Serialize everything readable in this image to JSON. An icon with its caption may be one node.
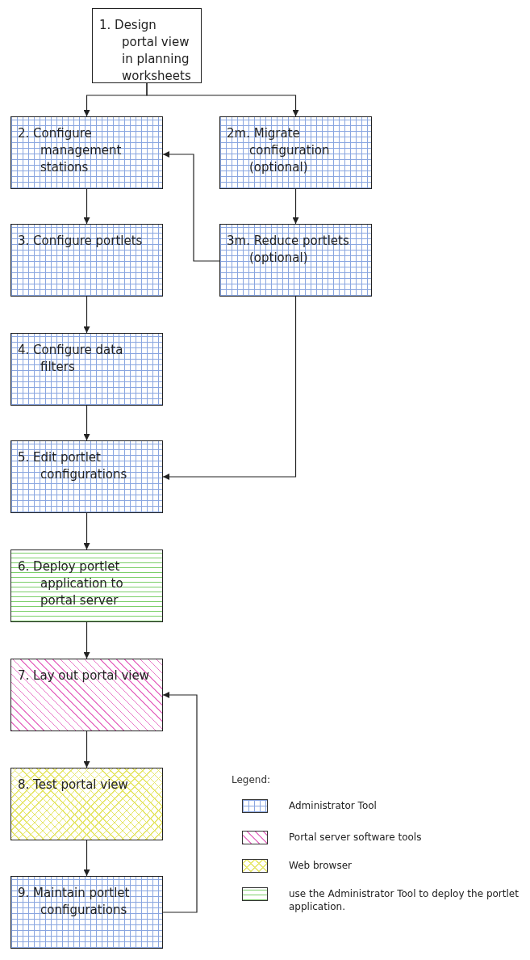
{
  "diagram": {
    "nodes": [
      {
        "text": [
          "1. Design portal view in planning worksheets"
        ]
      },
      {
        "text": [
          "2. Configure management stations"
        ]
      },
      {
        "text": [
          "2m. Migrate configuration (optional)"
        ]
      },
      {
        "text": [
          "3. Configure portlets"
        ]
      },
      {
        "text": [
          "3m. Reduce portlets (optional)"
        ]
      },
      {
        "text": [
          "4. Configure data filters"
        ]
      },
      {
        "text": [
          "5. Edit portlet configurations"
        ]
      },
      {
        "text": [
          "6. Deploy portlet application to portal server"
        ]
      },
      {
        "text": [
          "7. Lay out portal view"
        ]
      },
      {
        "text": [
          "8. Test portal view"
        ]
      },
      {
        "text": [
          "9. Maintain portlet configurations"
        ]
      }
    ],
    "edges": [
      {
        "from": 0,
        "to": 1,
        "arrow": "to"
      },
      {
        "from": 0,
        "to": 2,
        "arrow": "to"
      },
      {
        "from": 1,
        "to": 3,
        "arrow": "to"
      },
      {
        "from": 2,
        "to": 4,
        "arrow": "to"
      },
      {
        "from": 4,
        "to": 1,
        "arrow": "to"
      },
      {
        "from": 3,
        "to": 5,
        "arrow": "to"
      },
      {
        "from": 4,
        "to": 6,
        "arrow": "to"
      },
      {
        "from": 5,
        "to": 6,
        "arrow": "to"
      },
      {
        "from": 6,
        "to": 7,
        "arrow": "to"
      },
      {
        "from": 7,
        "to": 8,
        "arrow": "to"
      },
      {
        "from": 8,
        "to": 9,
        "arrow": "to"
      },
      {
        "from": 9,
        "to": 10,
        "arrow": "to"
      },
      {
        "from": 10,
        "to": 8,
        "arrow": "to"
      }
    ],
    "labels": [
      "Legend:"
    ],
    "legend": [
      {
        "text": "Administrator Tool",
        "color": "#8aa6e0"
      },
      {
        "text": "Portal server software tools",
        "color": "#e87ac8"
      },
      {
        "text": "Web browser",
        "color": "#e6e66a"
      },
      {
        "text": "use the Administrator Tool to deploy the portlet application.",
        "color": "#7ccf6a"
      }
    ]
  }
}
